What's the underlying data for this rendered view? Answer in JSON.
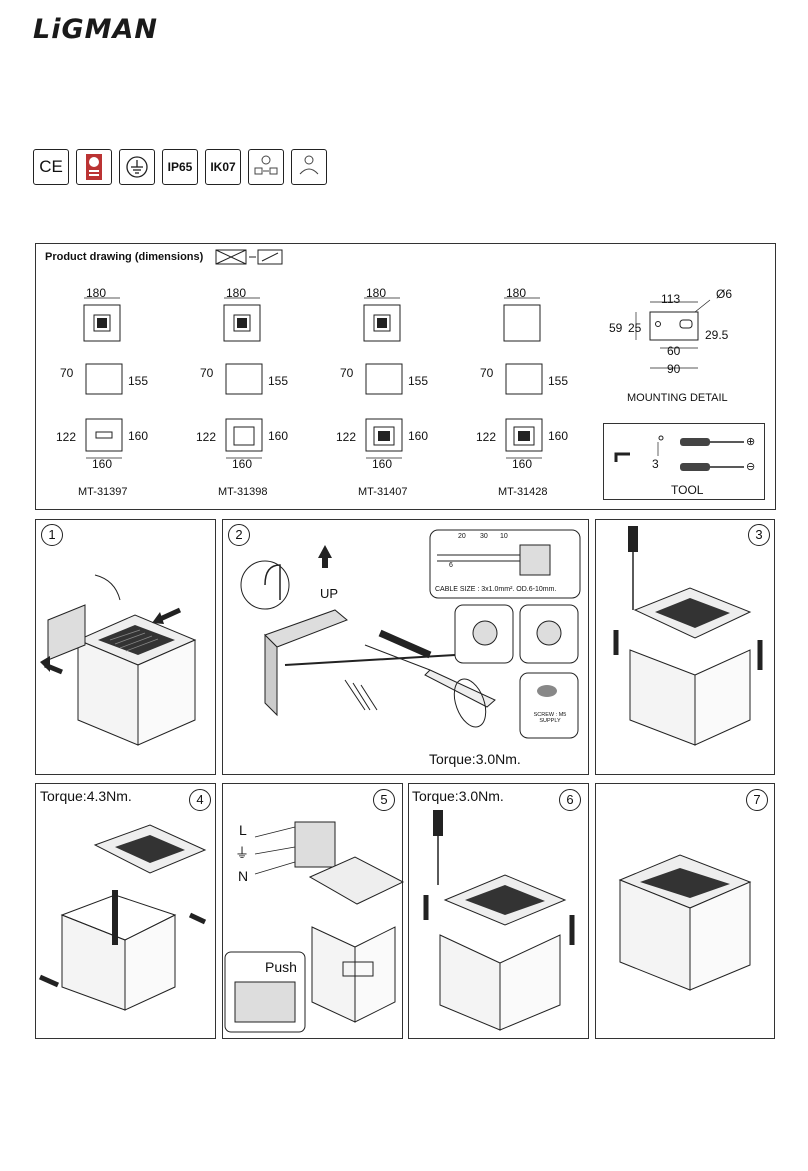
{
  "brand": "LiGMAN",
  "certifications": [
    "CE",
    "",
    "",
    "IP65",
    "IK07",
    "",
    ""
  ],
  "product_drawing": {
    "title": "Product drawing (dimensions)",
    "models": [
      {
        "name": "MT-31397",
        "width": "180",
        "height_upper": "70",
        "height_total": "155",
        "depth": "122",
        "side": "160",
        "base": "160"
      },
      {
        "name": "MT-31398",
        "width": "180",
        "height_upper": "70",
        "height_total": "155",
        "depth": "122",
        "side": "160",
        "base": "160"
      },
      {
        "name": "MT-31407",
        "width": "180",
        "height_upper": "70",
        "height_total": "155",
        "depth": "122",
        "side": "160",
        "base": "160"
      },
      {
        "name": "MT-31428",
        "width": "180",
        "height_upper": "70",
        "height_total": "155",
        "depth": "122",
        "side": "160",
        "base": "160"
      }
    ],
    "mounting": {
      "caption": "MOUNTING DETAIL",
      "dims": {
        "w113": "113",
        "hole": "Ø6",
        "h59": "59",
        "h25": "25",
        "h295": "29.5",
        "w60": "60",
        "w90": "90"
      }
    },
    "tool": {
      "caption": "TOOL",
      "size": "3",
      "plus": "⊕",
      "minus": "⊖"
    }
  },
  "steps": [
    {
      "number": "1"
    },
    {
      "number": "2",
      "up_label": "UP",
      "torque": "Torque:3.0Nm.",
      "cable": {
        "d1": "20",
        "d2": "30",
        "d3": "10",
        "d4": "6",
        "size": "CABLE SIZE : 3x1.0mm².  OD.6-10mm."
      },
      "screw": "SCREW : M5\nSUPPLY"
    },
    {
      "number": "3"
    },
    {
      "number": "4",
      "torque": "Torque:4.3Nm."
    },
    {
      "number": "5",
      "L": "L",
      "earth": "⏚",
      "N": "N",
      "push": "Push"
    },
    {
      "number": "6",
      "torque": "Torque:3.0Nm."
    },
    {
      "number": "7"
    }
  ]
}
